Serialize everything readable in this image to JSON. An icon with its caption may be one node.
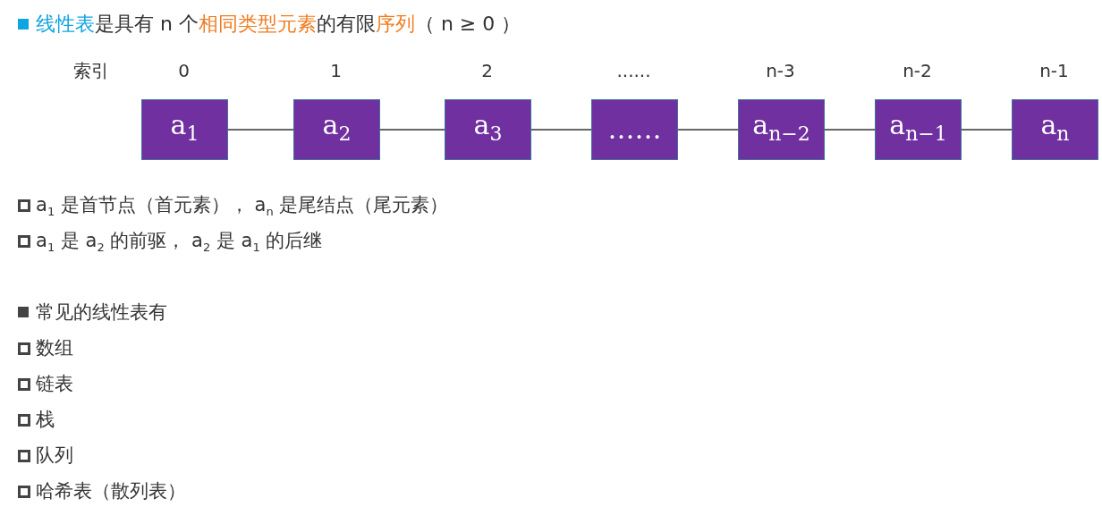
{
  "diagram": {
    "title": "**线性表**是具有 n 个**相同类型元素**的有限**序列**（ n ≥ 0 ）",
    "nodes": [
      {
        "text": [
          "a$_{1}$"
        ],
        "beside": [
          "0"
        ]
      },
      {
        "text": [
          "a$_{2}$"
        ],
        "beside": [
          "1"
        ]
      },
      {
        "text": [
          "a$_{3}$"
        ],
        "beside": [
          "2"
        ]
      },
      {
        "text": [
          "……"
        ],
        "beside": [
          "......"
        ]
      },
      {
        "text": [
          "a$_{n−2}$"
        ],
        "beside": [
          "n-3"
        ]
      },
      {
        "text": [
          "a$_{n−1}$"
        ],
        "beside": [
          "n-2"
        ]
      },
      {
        "text": [
          "a$_{n}$"
        ],
        "beside": [
          "n-1"
        ]
      }
    ],
    "edges": [
      {
        "from": 0,
        "to": 1,
        "arrow": "none"
      },
      {
        "from": 1,
        "to": 2,
        "arrow": "none"
      },
      {
        "from": 2,
        "to": 3,
        "arrow": "none"
      },
      {
        "from": 3,
        "to": 4,
        "arrow": "none"
      },
      {
        "from": 4,
        "to": 5,
        "arrow": "none"
      },
      {
        "from": 5,
        "to": 6,
        "arrow": "none"
      }
    ],
    "labels": [
      "索引",
      "a$_{1}$ 是首节点（首元素）， a$_{n}$ 是尾结点（尾元素）",
      "a$_{1}$ 是 a$_{2}$ 的前驱， a$_{2}$ 是 a$_{1}$ 的后继",
      "常见的线性表有",
      "数组",
      "链表",
      "栈",
      "队列",
      "哈希表（散列表）"
    ]
  }
}
